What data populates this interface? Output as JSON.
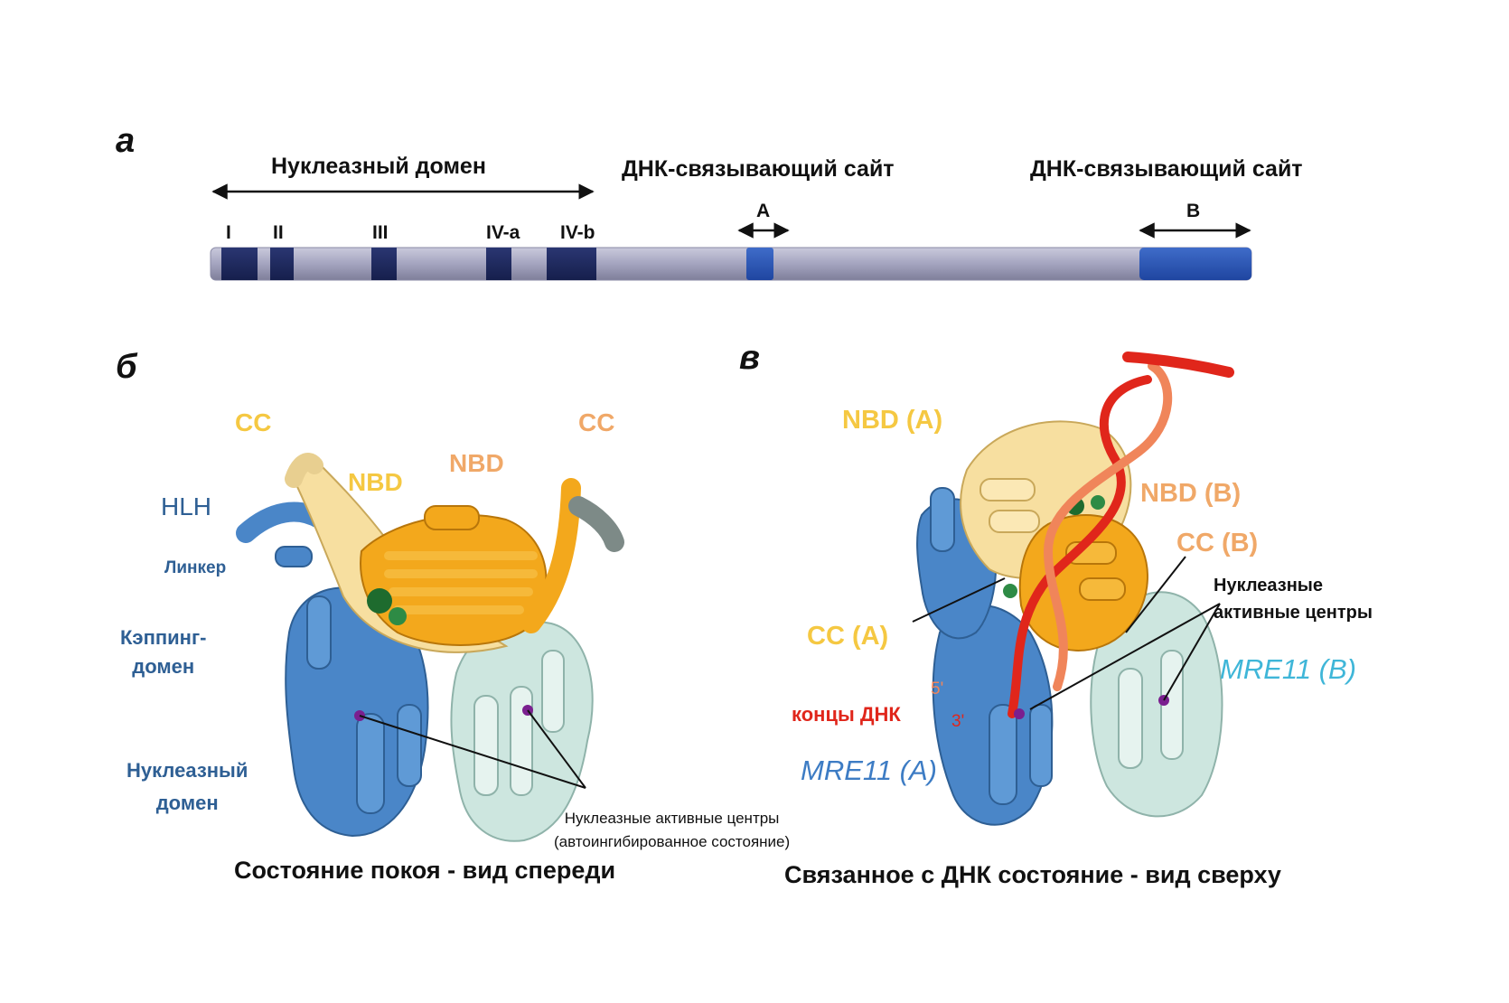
{
  "panel_a": {
    "letter": "a",
    "nuclease_domain_label": "Нуклеазный домен",
    "dna_site_label_1": "ДНК-связывающий сайт",
    "dna_site_label_2": "ДНК-связывающий сайт",
    "motifs": [
      "I",
      "II",
      "III",
      "IV-a",
      "IV-b"
    ],
    "site_a": "A",
    "site_b": "B"
  },
  "panel_b": {
    "letter": "б",
    "cc_left": "CC",
    "cc_right": "CC",
    "nbd_yellow": "NBD",
    "nbd_orange": "NBD",
    "hlh": "HLH",
    "linker": "Линкер",
    "capping_line1": "Кэппинг-",
    "capping_line2": "домен",
    "nuclease_line1": "Нуклеазный",
    "nuclease_line2": "домен",
    "active_sites_line1": "Нуклеазные активные центры",
    "active_sites_line2": "(автоингибированное состояние)",
    "caption": "Состояние покоя - вид спереди"
  },
  "panel_c": {
    "letter": "в",
    "nbd_a": "NBD (A)",
    "nbd_b": "NBD (B)",
    "cc_b": "CC (B)",
    "cc_a": "CC (A)",
    "active_sites_line1": "Нуклеазные",
    "active_sites_line2": "активные центры",
    "mre11_b": "MRE11 (B)",
    "mre11_a": "MRE11 (A)",
    "dna_ends": "концы ДНК",
    "five_prime": "5'",
    "three_prime": "3'",
    "caption": "Связанное с ДНК состояние -  вид сверху"
  },
  "colors": {
    "yellow_label": "#f5c842",
    "orange_label": "#f0a868",
    "blue_label": "#2e5f94",
    "mre11_a": "#3d7cc4",
    "mre11_b": "#3fb6d8",
    "dna_red": "#e0261b"
  }
}
